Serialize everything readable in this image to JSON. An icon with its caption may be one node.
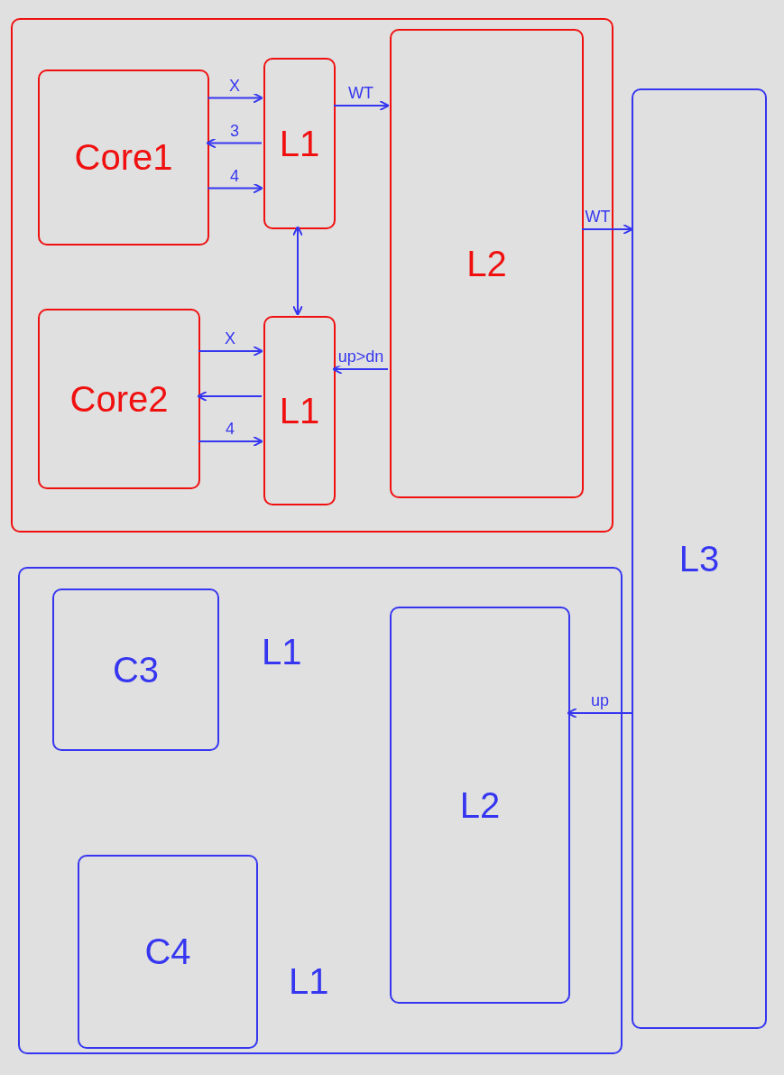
{
  "diagram": {
    "nodes": [
      {
        "text": [],
        "shape": "box"
      },
      {
        "text": [
          "Core1"
        ],
        "in": 0
      },
      {
        "text": [
          "L1"
        ],
        "in": 0
      },
      {
        "text": [
          "L2"
        ],
        "in": 0
      },
      {
        "text": [
          "Core2"
        ],
        "in": 0
      },
      {
        "text": [
          "L1"
        ],
        "in": 0
      },
      {
        "text": [],
        "shape": "box"
      },
      {
        "text": [
          "C3"
        ],
        "in": 6
      },
      {
        "text": [
          "C4"
        ],
        "in": 6
      },
      {
        "text": [
          "L2"
        ],
        "in": 6
      },
      {
        "text": [
          "L3"
        ]
      }
    ],
    "edges": [
      {
        "from": 1,
        "to": 2,
        "label": "X",
        "arrow": "to"
      },
      {
        "from": 2,
        "to": 1,
        "label": "3",
        "arrow": "to"
      },
      {
        "from": 1,
        "to": 2,
        "label": "4",
        "arrow": "to"
      },
      {
        "from": 2,
        "to": 3,
        "label": "WT",
        "arrow": "to"
      },
      {
        "from": 2,
        "to": 5,
        "arrow": "both"
      },
      {
        "from": 4,
        "to": 5,
        "label": "X",
        "arrow": "to"
      },
      {
        "from": 5,
        "to": 4,
        "arrow": "to"
      },
      {
        "from": 4,
        "to": 5,
        "label": "4",
        "arrow": "to"
      },
      {
        "from": 3,
        "to": 5,
        "label": "up>dn",
        "arrow": "to"
      },
      {
        "from": 3,
        "to": 10,
        "label": "WT",
        "arrow": "to"
      },
      {
        "from": 10,
        "to": 9,
        "label": "up",
        "arrow": "to"
      }
    ],
    "labels": [
      "L1",
      "L1"
    ]
  }
}
